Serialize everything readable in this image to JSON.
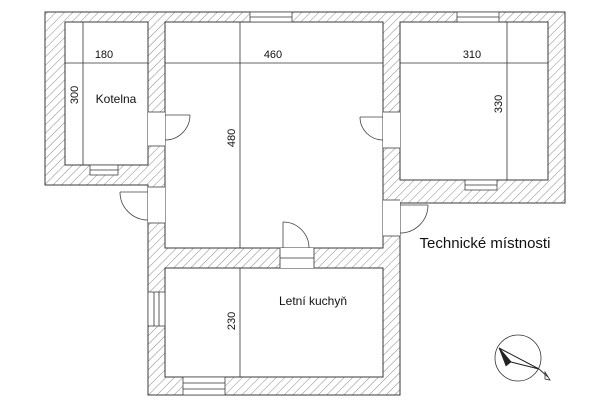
{
  "title": "Technické místnosti",
  "rooms": {
    "kotelna": "Kotelna",
    "letni_kuchyn": "Letní kuchyň"
  },
  "dimensions": {
    "kotelna_width": "180",
    "kotelna_height": "300",
    "main_width": "460",
    "main_height": "480",
    "right_width": "310",
    "right_height": "330",
    "kitchen_height": "230"
  },
  "colors": {
    "lines": "#333333",
    "background": "#ffffff"
  },
  "icons": [
    "north-arrow-icon"
  ]
}
